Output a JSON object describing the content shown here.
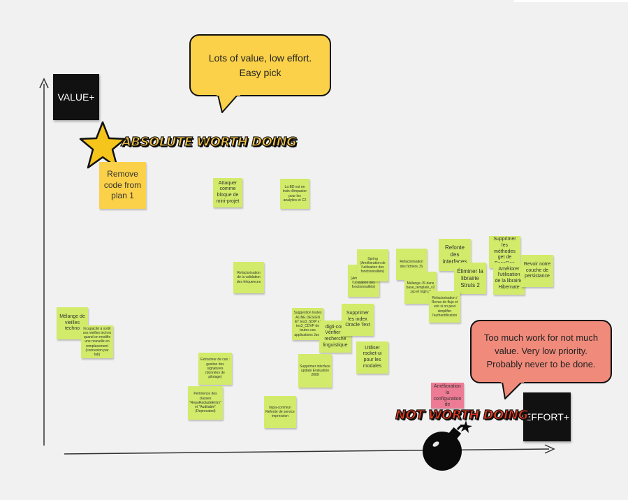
{
  "axes": {
    "value_label": "VALUE+",
    "effort_label": "EFFORT+"
  },
  "callouts": {
    "easy_pick": "Lots of value, low effort. Easy pick",
    "low_priority": "Too much work for not much value. Very low priority. Probably never to be done."
  },
  "stamps": {
    "worth_doing": "ABSOLUTE WORTH DOING",
    "not_worth_doing": "NOT WORTH DOING"
  },
  "icons": {
    "top": "star-icon",
    "bottom": "bomb-icon"
  },
  "colors": {
    "sticky_green": "#d2eb6a",
    "sticky_yellow": "#fbd149",
    "sticky_pink": "#ee7b95",
    "bubble_yellow": "#fbd149",
    "bubble_red": "#f08a7b",
    "stamp_gold": "#f6c544",
    "stamp_red": "#ea3b1e"
  },
  "notes": {
    "remove_code_plan1": "Remove code from plan 1",
    "attaquer_bloque": "Attaquer comme bloque de mini-projet",
    "bd_analytics": "La BD est en train d'impacter pour les analytics et C2",
    "refacto_validation": "Refactorisation de la validation des fréquences",
    "melange_vieilles": "Mélange de vieilles techno",
    "incapacite": "Incapacité à sortir ces vieilles techno quand on modifie une nouvelle en remplacement (connexion par fab)",
    "extracteur": "Extracteur de cas : gestion des signatures (données de pilotage)",
    "pertinence_classes": "Pertinence des classes \"RepaRadiadeEntry\" et \"Auditable\" (Deprecated)",
    "mipa_commun": "mipa-commun Refonte de service impression",
    "suggestion_index": "Suggestion toutes ALINE DESIGN ET tes3_SDIP et tes3_CDVP de toutes ces applications Java",
    "digti_core": "digti-core Vérifier la recherche linguistique",
    "supprimer_index": "Supprimer les index Oracle Text",
    "supprimer_interface": "Supprimer interface update Evaluation 2009",
    "utiliser_rocket": "Utiliser rocket-ui pour les modales",
    "spring_a": "Spring (Amélioration de l'utilisation des fonctionnalités)",
    "spring_b": "Spring (Amélioration de l'utilisation des fonctionnalités)",
    "refacto_js": "Refactorisation des fichiers JS",
    "melange_js": "Mélange JS dans base_template_v2.jsp et login.js",
    "refonte_interfaces": "Refonte des interfaces",
    "eliminer_struts": "Éliminer la librairie Struts 2",
    "refacto_flux": "Refactorisation / Revue de flujo et voir si on peut simplifier l'authentification",
    "supprimer_methodes": "Supprimer les méthodes get de BaseDao",
    "ameliorer_hibernate": "Améliorer l'utilisation de la librairie Hibernate",
    "revoir_persistance": "Revoir notre couche de persistance",
    "amelioration_config": "Amélioration la configuration de l'orchestrer"
  }
}
